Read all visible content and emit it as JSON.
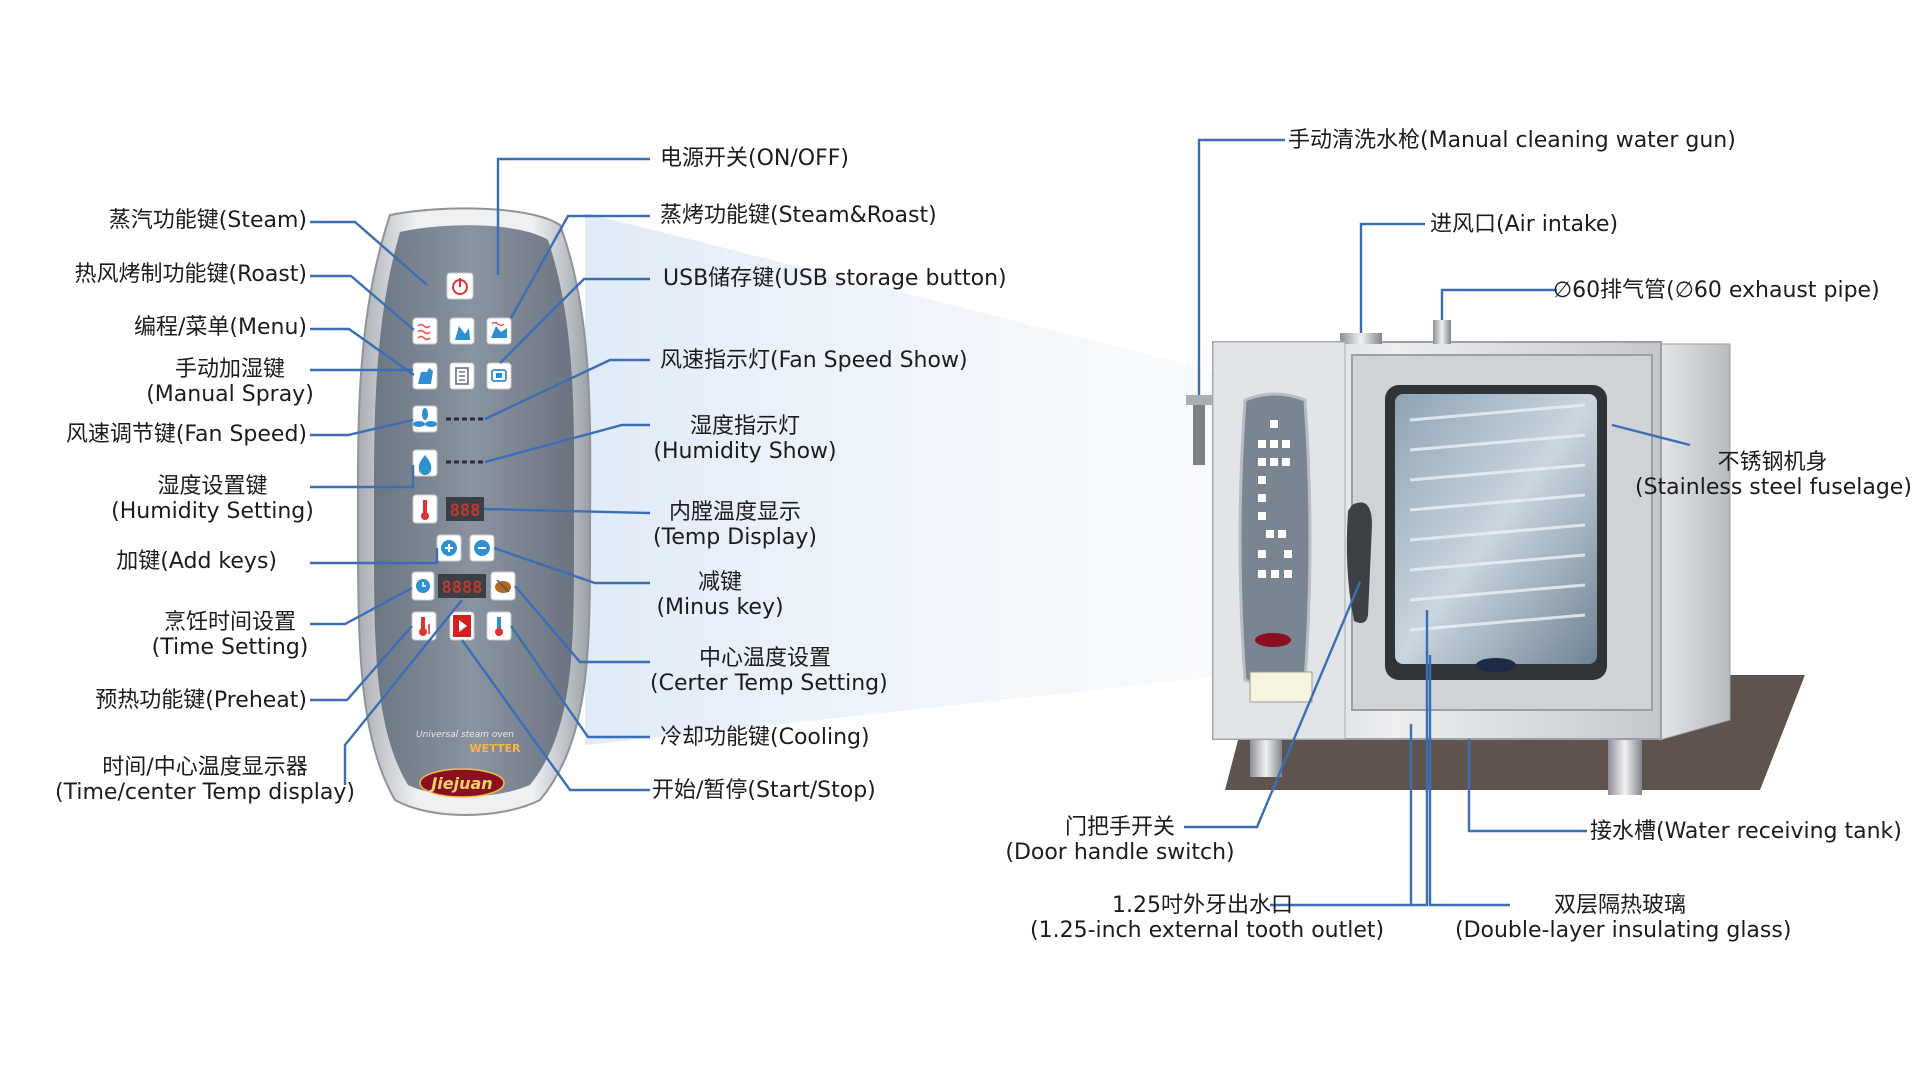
{
  "left_labels": {
    "steam": "蒸汽功能键(Steam)",
    "roast": "热风烤制功能键(Roast)",
    "menu": "编程/菜单(Menu)",
    "manual_spray_1": "手动加湿键",
    "manual_spray_2": "(Manual Spray)",
    "fan_speed": "风速调节键(Fan Speed)",
    "humidity_setting_1": "湿度设置键",
    "humidity_setting_2": "(Humidity Setting)",
    "add_keys": "加键(Add keys)",
    "time_setting_1": "烹饪时间设置",
    "time_setting_2": "(Time Setting)",
    "preheat": "预热功能键(Preheat)",
    "time_center_display_1": "时间/中心温度显示器",
    "time_center_display_2": "(Time/center Temp display)"
  },
  "middle_labels": {
    "on_off": "电源开关(ON/OFF)",
    "steam_roast": "蒸烤功能键(Steam&Roast)",
    "usb": "USB储存键(USB storage button)",
    "fan_speed_show": "风速指示灯(Fan Speed Show)",
    "humidity_show_1": "湿度指示灯",
    "humidity_show_2": "(Humidity Show)",
    "temp_display_1": "内膛温度显示",
    "temp_display_2": "(Temp Display)",
    "minus_1": "减键",
    "minus_2": "(Minus key)",
    "center_temp_1": "中心温度设置",
    "center_temp_2": "(Certer Temp Setting)",
    "cooling": "冷却功能键(Cooling)",
    "start_stop": "开始/暂停(Start/Stop)"
  },
  "right_labels": {
    "water_gun": "手动清洗水枪(Manual cleaning water gun)",
    "air_intake": "进风口(Air intake)",
    "exhaust": "∅60排气管(∅60 exhaust pipe)",
    "fuselage_1": "不锈钢机身",
    "fuselage_2": "(Stainless steel fuselage)",
    "water_tank": "接水槽(Water receiving tank)",
    "door_handle_1": "门把手开关",
    "door_handle_2": "(Door handle switch)",
    "outlet_1": "1.25吋外牙出水口",
    "outlet_2": "(1.25-inch external tooth outlet)",
    "glass_1": "双层隔热玻璃",
    "glass_2": "(Double-layer insulating glass)"
  },
  "panel": {
    "temp_digits": "888",
    "time_digits": "8888",
    "model_text": "Universal steam oven",
    "brand_small": "WETTER",
    "brand_logo": "Jiejuan"
  },
  "oven": {
    "brand_logo": "Jiejuan"
  },
  "colors": {
    "leader": "#3a6fb5",
    "panel_face": "#7c8593",
    "panel_frame": "#c5c8cc",
    "stainless": "#d9dcdf",
    "floor": "#6b5f57"
  },
  "icons": [
    "power-icon",
    "steam-icon",
    "roast-icon",
    "steam-roast-icon",
    "menu-icon",
    "manual-spray-icon",
    "usb-icon",
    "fan-icon",
    "humidity-icon",
    "thermometer-icon",
    "plus-icon",
    "minus-icon",
    "clock-icon",
    "center-temp-icon",
    "preheat-icon",
    "start-stop-icon",
    "cooling-icon"
  ]
}
